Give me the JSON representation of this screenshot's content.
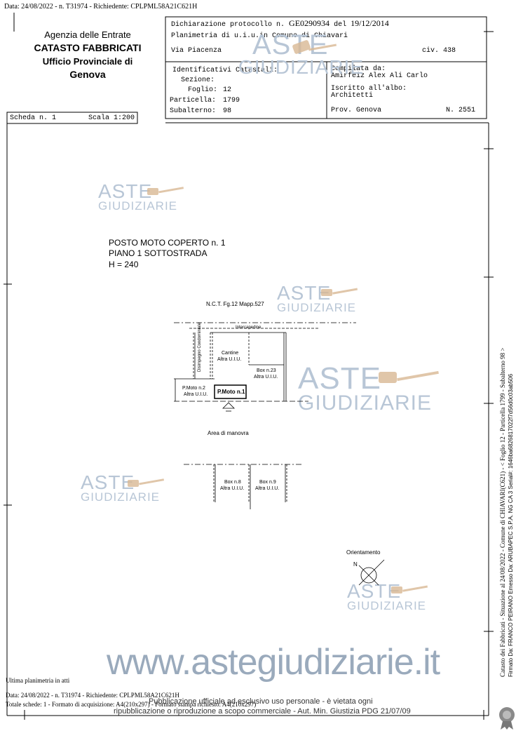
{
  "top_stamp": "Data: 24/08/2022 - n. T31974 - Richiedente: CPLPML58A21C621H",
  "agency": {
    "line1": "Agenzia delle Entrate",
    "line2": "CATASTO FABBRICATI",
    "line3": "Ufficio Provinciale di",
    "line4": "Genova"
  },
  "declaration": {
    "label": "Dichiarazione protocollo n.",
    "number": "GE0290934",
    "del": "del",
    "date": "19/12/2014",
    "planimetria": "Planimetria di u.i.u.in Comune di Chiavari",
    "address": "Via Piacenza",
    "civ": "civ. 438"
  },
  "ids": {
    "title": "Identificativi Catastali:",
    "sezione": "Sezione:",
    "foglio_label": "Foglio:",
    "foglio": "12",
    "particella_label": "Particella:",
    "particella": "1799",
    "subalterno_label": "Subalterno:",
    "subalterno": "98"
  },
  "compiler": {
    "label": "Compilata da:",
    "name": "Amirfeiz Alex Ali Carlo",
    "albo_label": "Iscritto all'albo:",
    "albo": "Architetti",
    "prov": "Prov. Genova",
    "num": "N. 2551"
  },
  "scheda": "Scheda n. 1",
  "scala": "Scala 1:200",
  "plan": {
    "title1": "POSTO MOTO COPERTO  n. 1",
    "title2": "PIANO 1 SOTTOSTRADA",
    "title3": "H = 240",
    "nct": "N.C.T.   Fg.12   Mapp.527",
    "intercapedine": "Intercapedine",
    "disimpegno": "Disimpegno Condominiale",
    "cantine": "Cantine",
    "altra_uiu": "Altra U.I.U.",
    "box23": "Box n.23",
    "pmoto2": "P.Moto n.2",
    "pmoto1": "P.Moto n.1",
    "area": "Area di manovra",
    "box8": "Box n.8",
    "box9": "Box n.9",
    "orientamento": "Orientamento",
    "north": "N"
  },
  "watermark": {
    "aste": "ASTE",
    "giudiziarie": "GIUDIZIARIE",
    "site": "www.astegiudiziarie.it"
  },
  "footer": {
    "ultima": "Ultima planimetria in atti",
    "line1": "Data: 24/08/2022 - n. T31974 - Richiedente: CPLPML58A21C621H",
    "line2": "Totale schede: 1 - Formato di acquisizione: A4(210x297) - Formato stampa richiesto: A4(210x297)",
    "pub1": "Pubblicazione ufficiale ad esclusivo uso personale - è vietata ogni",
    "pub2": "ripubblicazione o riproduzione a scopo commerciale - Aut. Min. Giustizia PDG 21/07/09"
  },
  "side_text": {
    "line1": "Catasto dei Fabbricati - Situazione al 24/08/2022 - Comune di CHIAVARI(C621) - < Foglio 12 - Particella 1799 - Subalterno 98 >",
    "line2": "Firmato Da: FRANCO PEIRANO Emesso Da: ARUBAPEC S.P.A. NG CA 3 Serial#: 1646ba6826817022f7d56d0c03ab506"
  }
}
